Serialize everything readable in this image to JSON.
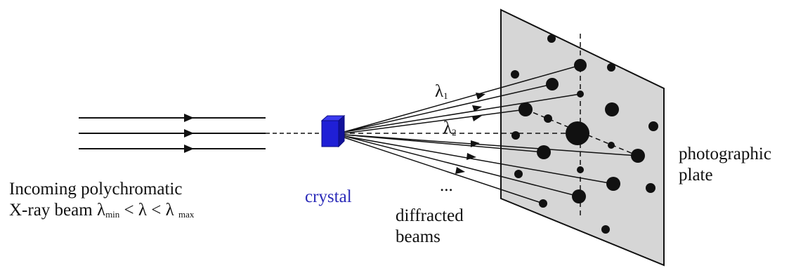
{
  "labels": {
    "incoming_line1": "Incoming polychromatic",
    "incoming_line2_prefix": "X-ray beam λ",
    "lambda_min_sub": "min",
    "incoming_mid": " < λ < λ ",
    "lambda_max_sub": "max",
    "crystal": "crystal",
    "ellipsis": "...",
    "diffracted_line1": "diffracted",
    "diffracted_line2": "beams",
    "plate_line1": "photographic",
    "plate_line2": "plate",
    "lambda1": "λ",
    "lambda1_sub": "1",
    "lambda2": "λ",
    "lambda2_sub": "2"
  },
  "colors": {
    "crystal_front": "#1f1fd6",
    "crystal_top": "#3b3bf0",
    "crystal_side": "#12129a",
    "crystal_label": "#2a2ab8",
    "plate_fill": "#d6d6d6",
    "line": "#111111"
  }
}
